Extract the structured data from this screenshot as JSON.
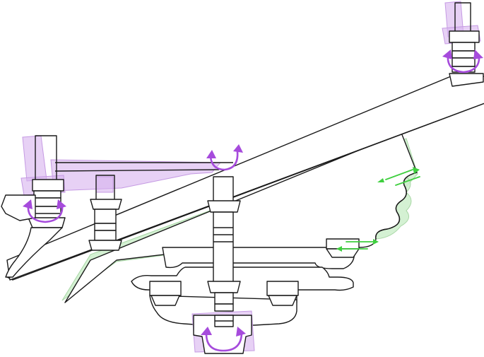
{
  "diagram": {
    "colors": {
      "outline": "#1a1a1a",
      "rotation_ghost": "#d7b3ee",
      "rotation_arrow": "#a64bdc",
      "slide_ghost": "#cdeecb",
      "slide_arrow": "#3fcf3f",
      "background": "#ffffff"
    },
    "icons": {
      "rotation": "circular-arrow-icon",
      "translation": "double-arrow-icon"
    },
    "components": [
      "upper-slanted-beam",
      "lower-slanted-beam",
      "green-displaced-arm",
      "top-right-bracket",
      "left-bracket",
      "middle-left-bracket",
      "central-column",
      "bottom-bracket",
      "lower-cross-arm",
      "cloud-scroll-edge"
    ]
  }
}
